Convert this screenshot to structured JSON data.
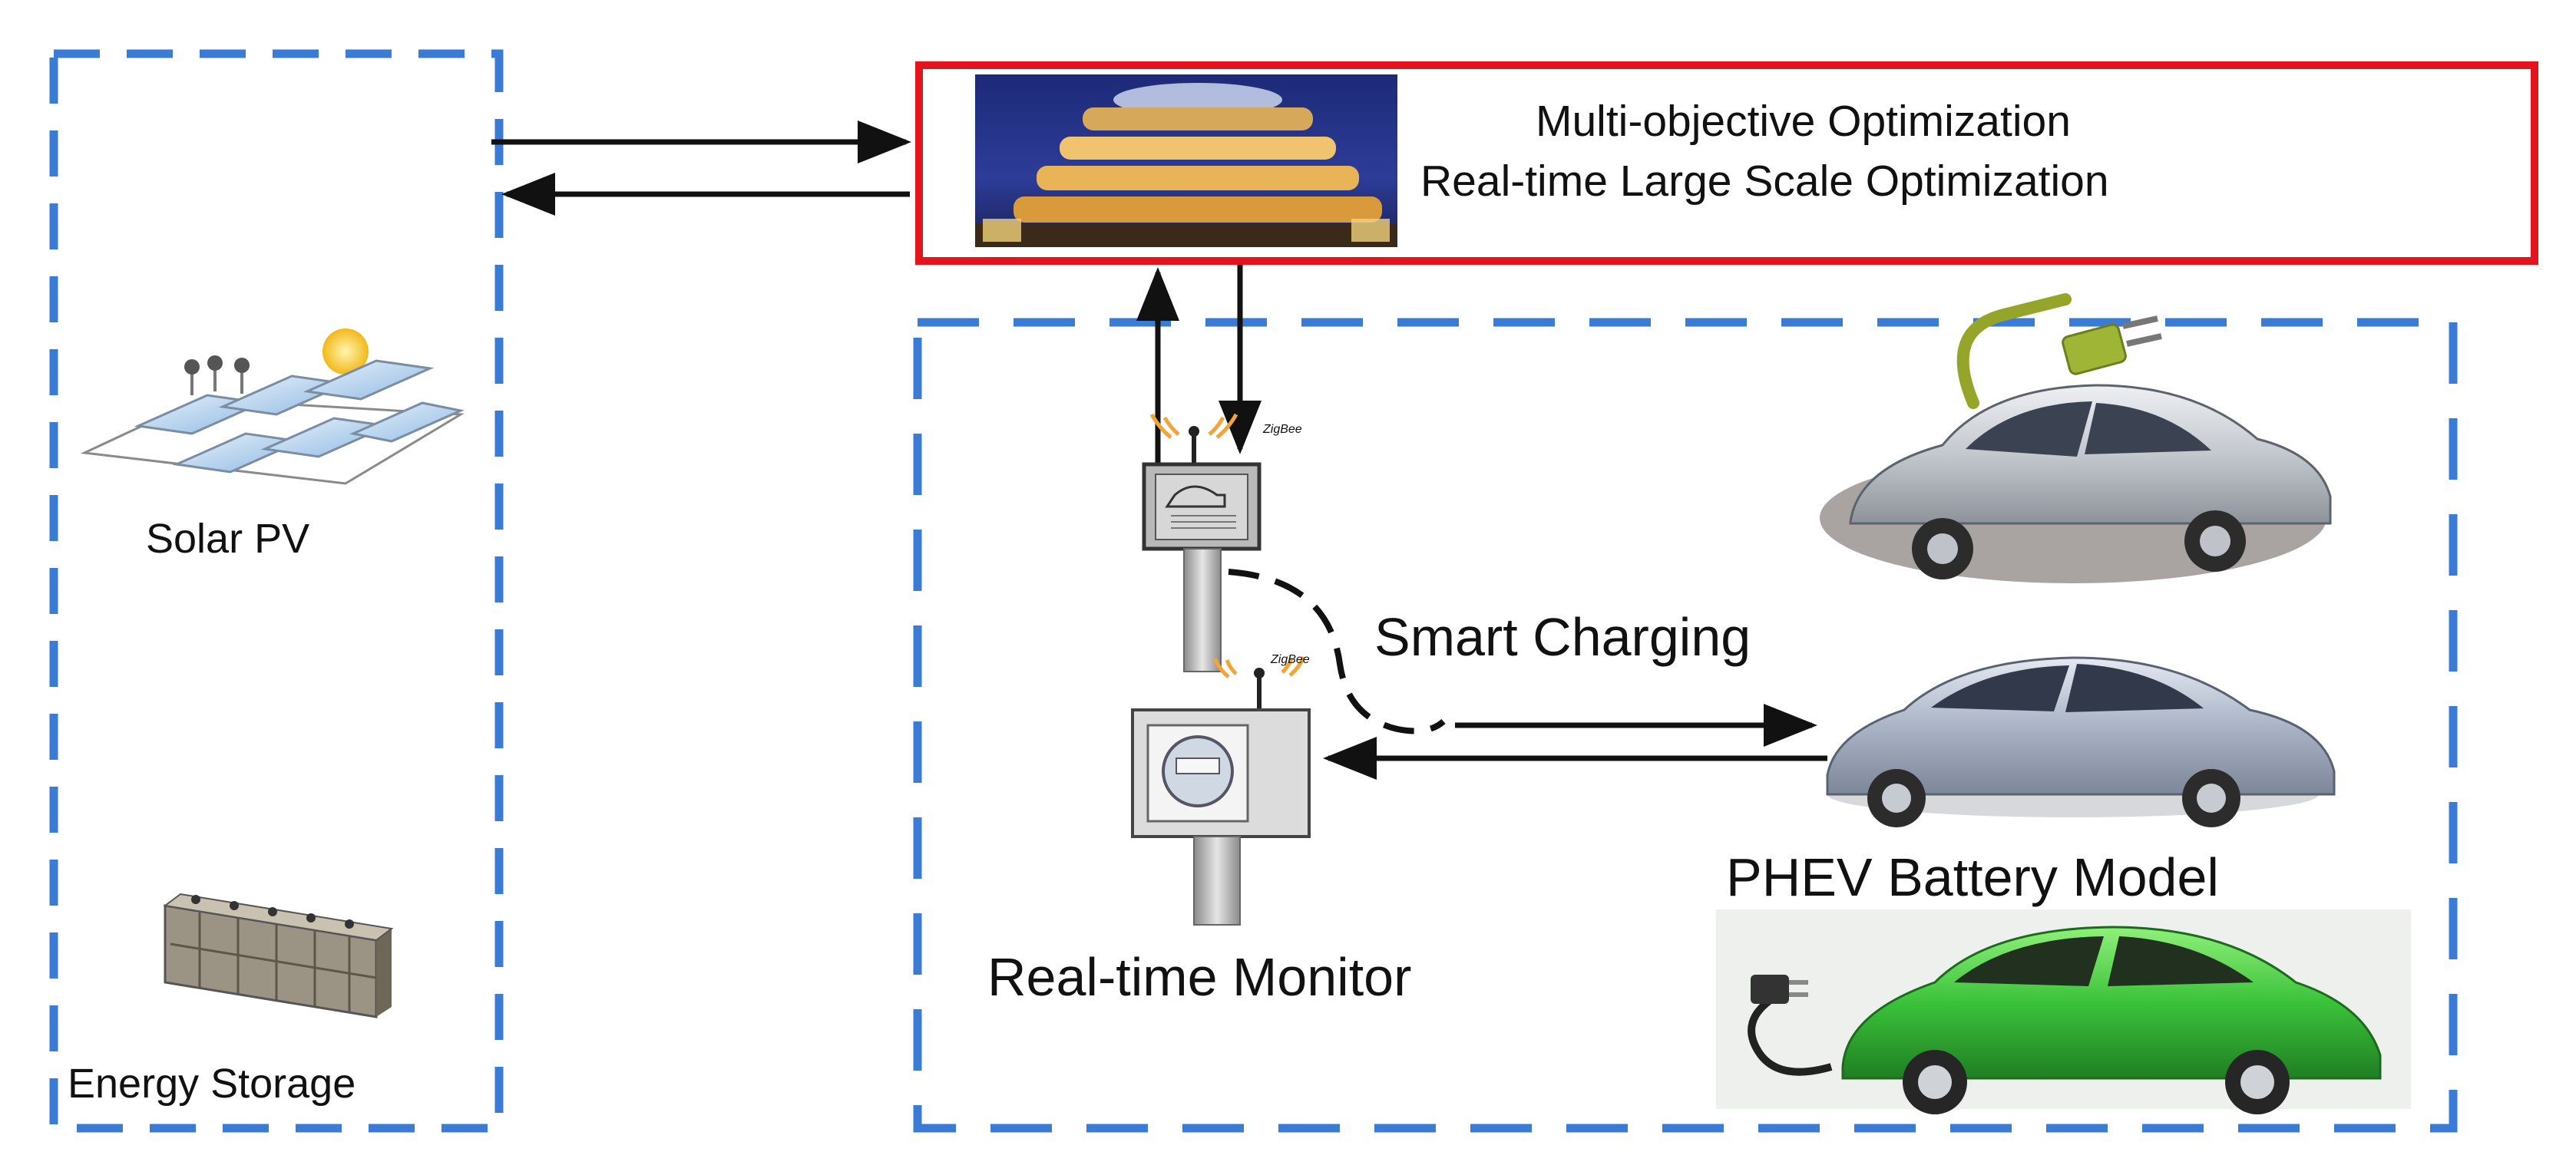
{
  "optimization_box": {
    "line1": "Multi-objective Optimization",
    "line2": "Real-time Large Scale Optimization",
    "border_color": "#e3141b"
  },
  "solar": {
    "label": "Solar PV"
  },
  "storage": {
    "label": "Energy Storage"
  },
  "smart_charging": {
    "label": "Smart Charging"
  },
  "phev": {
    "label": "PHEV Battery Model"
  },
  "monitor": {
    "label": "Real-time Monitor"
  },
  "zigbee": {
    "text": "ZigBee"
  },
  "colors": {
    "dash_blue": "#3a7bd5",
    "arrow": "#111111",
    "car_silver": "#c9ccd2",
    "car_green": "#3bc23a"
  },
  "icons": [
    "building-photo",
    "solar-panel-icon",
    "battery-bank-icon",
    "charging-station-icon",
    "smart-meter-icon",
    "car-icon",
    "plug-icon"
  ]
}
